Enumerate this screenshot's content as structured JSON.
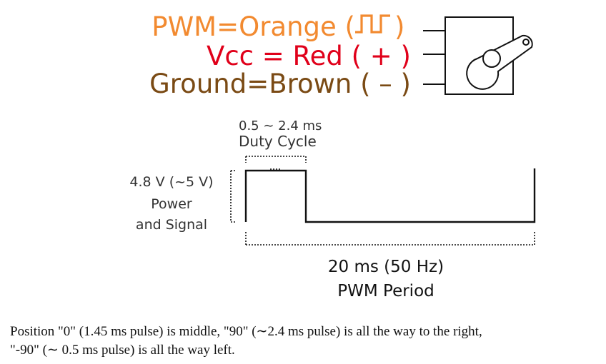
{
  "wires": [
    {
      "name": "PWM",
      "color_name": "Orange",
      "symbol": "(⎍⎍)",
      "color": "#f28a30"
    },
    {
      "name": "Vcc",
      "color_name": "Red",
      "symbol": "( + )",
      "color": "#e0001a"
    },
    {
      "name": "Ground",
      "color_name": "Brown",
      "symbol": "( – )",
      "color": "#7a4a14"
    }
  ],
  "wire_texts": [
    "PWM=Orange (",
    "Vcc = Red ( + )",
    "Ground=Brown ( – )"
  ],
  "duty": {
    "range": "0.5 ∼ 2.4 ms",
    "label": "Duty Cycle"
  },
  "voltage": {
    "line1": "4.8 V (~5 V)",
    "line2": "Power",
    "line3": "and Signal"
  },
  "period": {
    "line1": "20 ms (50 Hz)",
    "line2": "PWM Period"
  },
  "caption": {
    "line1": "Position \"0\" (1.45 ms pulse) is middle, \"90\" (∼2.4 ms pulse) is all the way to the right,",
    "line2": "\"-90\" (∼ 0.5 ms pulse) is all the way left."
  },
  "colors": {
    "pwm": "#f28a30",
    "vcc": "#e0001a",
    "ground": "#7a4a14",
    "line": "#111111",
    "text": "#333333"
  }
}
